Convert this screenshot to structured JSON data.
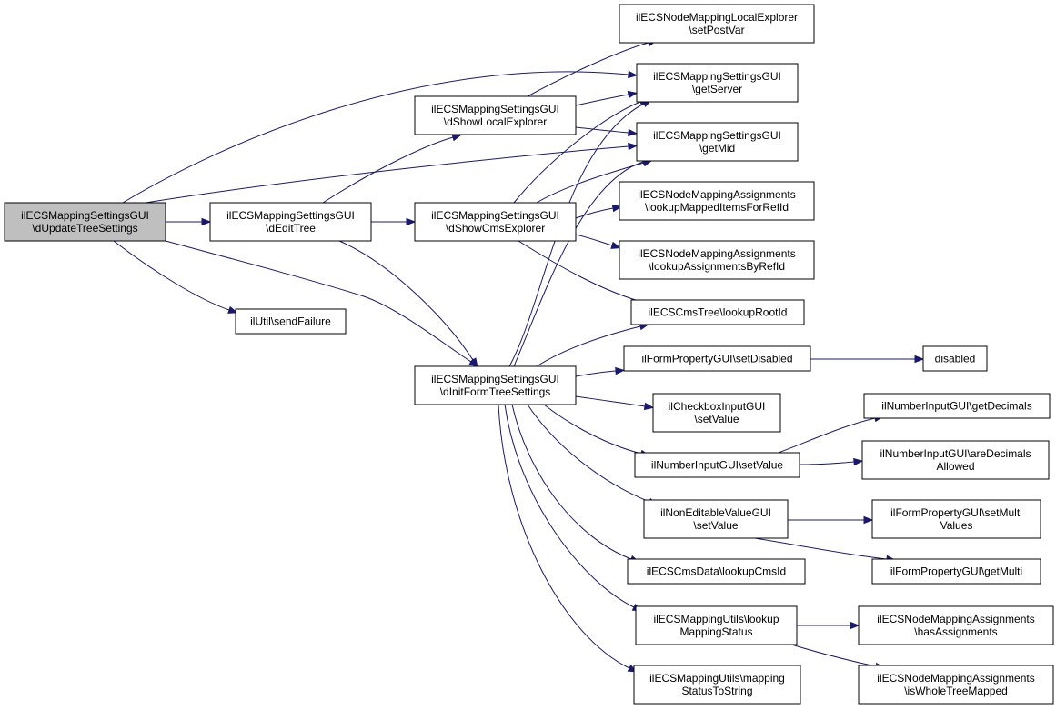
{
  "graph": {
    "edge_color": "#191970",
    "root_fill": "#bfbfbf",
    "nodes": [
      {
        "id": "updateTree",
        "lines": [
          "ilECSMappingSettingsGUI",
          "\\dUpdateTreeSettings"
        ],
        "root": true
      },
      {
        "id": "editTree",
        "lines": [
          "ilECSMappingSettingsGUI",
          "\\dEditTree"
        ]
      },
      {
        "id": "showLocal",
        "lines": [
          "ilECSMappingSettingsGUI",
          "\\dShowLocalExplorer"
        ]
      },
      {
        "id": "showCms",
        "lines": [
          "ilECSMappingSettingsGUI",
          "\\dShowCmsExplorer"
        ]
      },
      {
        "id": "initForm",
        "lines": [
          "ilECSMappingSettingsGUI",
          "\\dInitFormTreeSettings"
        ]
      },
      {
        "id": "sendFailure",
        "lines": [
          "ilUtil\\sendFailure"
        ]
      },
      {
        "id": "setPostVar",
        "lines": [
          "ilECSNodeMappingLocalExplorer",
          "\\setPostVar"
        ]
      },
      {
        "id": "getServer",
        "lines": [
          "ilECSMappingSettingsGUI",
          "\\getServer"
        ]
      },
      {
        "id": "getMid",
        "lines": [
          "ilECSMappingSettingsGUI",
          "\\getMid"
        ]
      },
      {
        "id": "lookupMapped",
        "lines": [
          "ilECSNodeMappingAssignments",
          "\\lookupMappedItemsForRefId"
        ]
      },
      {
        "id": "lookupAssign",
        "lines": [
          "ilECSNodeMappingAssignments",
          "\\lookupAssignmentsByRefId"
        ]
      },
      {
        "id": "lookupRoot",
        "lines": [
          "ilECSCmsTree\\lookupRootId"
        ]
      },
      {
        "id": "setDisabled",
        "lines": [
          "ilFormPropertyGUI\\setDisabled"
        ]
      },
      {
        "id": "disabled",
        "lines": [
          "disabled"
        ]
      },
      {
        "id": "checkboxSet",
        "lines": [
          "ilCheckboxInputGUI",
          "\\setValue"
        ]
      },
      {
        "id": "numberSet",
        "lines": [
          "ilNumberInputGUI\\setValue"
        ]
      },
      {
        "id": "getDecimals",
        "lines": [
          "ilNumberInputGUI\\getDecimals"
        ]
      },
      {
        "id": "areDecimals",
        "lines": [
          "ilNumberInputGUI\\areDecimals",
          "Allowed"
        ]
      },
      {
        "id": "nonEditSet",
        "lines": [
          "ilNonEditableValueGUI",
          "\\setValue"
        ]
      },
      {
        "id": "setMulti",
        "lines": [
          "ilFormPropertyGUI\\setMulti",
          "Values"
        ]
      },
      {
        "id": "getMulti",
        "lines": [
          "ilFormPropertyGUI\\getMulti"
        ]
      },
      {
        "id": "lookupCmsId",
        "lines": [
          "ilECSCmsData\\lookupCmsId"
        ]
      },
      {
        "id": "lookupStatus",
        "lines": [
          "ilECSMappingUtils\\lookup",
          "MappingStatus"
        ]
      },
      {
        "id": "hasAssign",
        "lines": [
          "ilECSNodeMappingAssignments",
          "\\hasAssignments"
        ]
      },
      {
        "id": "statusToString",
        "lines": [
          "ilECSMappingUtils\\mapping",
          "StatusToString"
        ]
      },
      {
        "id": "wholeTree",
        "lines": [
          "ilECSNodeMappingAssignments",
          "\\isWholeTreeMapped"
        ]
      }
    ],
    "edges": [
      [
        "updateTree",
        "editTree"
      ],
      [
        "updateTree",
        "getServer"
      ],
      [
        "updateTree",
        "getMid"
      ],
      [
        "updateTree",
        "sendFailure"
      ],
      [
        "updateTree",
        "initForm"
      ],
      [
        "editTree",
        "showLocal"
      ],
      [
        "editTree",
        "showCms"
      ],
      [
        "editTree",
        "initForm"
      ],
      [
        "showLocal",
        "setPostVar"
      ],
      [
        "showLocal",
        "getServer"
      ],
      [
        "showLocal",
        "getMid"
      ],
      [
        "showCms",
        "getServer"
      ],
      [
        "showCms",
        "getMid"
      ],
      [
        "showCms",
        "lookupMapped"
      ],
      [
        "showCms",
        "lookupAssign"
      ],
      [
        "showCms",
        "lookupRoot"
      ],
      [
        "initForm",
        "getServer"
      ],
      [
        "initForm",
        "getMid"
      ],
      [
        "initForm",
        "lookupRoot"
      ],
      [
        "initForm",
        "setDisabled"
      ],
      [
        "initForm",
        "checkboxSet"
      ],
      [
        "initForm",
        "numberSet"
      ],
      [
        "initForm",
        "nonEditSet"
      ],
      [
        "initForm",
        "lookupCmsId"
      ],
      [
        "initForm",
        "lookupStatus"
      ],
      [
        "initForm",
        "statusToString"
      ],
      [
        "setDisabled",
        "disabled"
      ],
      [
        "numberSet",
        "getDecimals"
      ],
      [
        "numberSet",
        "areDecimals"
      ],
      [
        "nonEditSet",
        "setMulti"
      ],
      [
        "nonEditSet",
        "getMulti"
      ],
      [
        "lookupStatus",
        "hasAssign"
      ],
      [
        "lookupStatus",
        "wholeTree"
      ]
    ]
  }
}
